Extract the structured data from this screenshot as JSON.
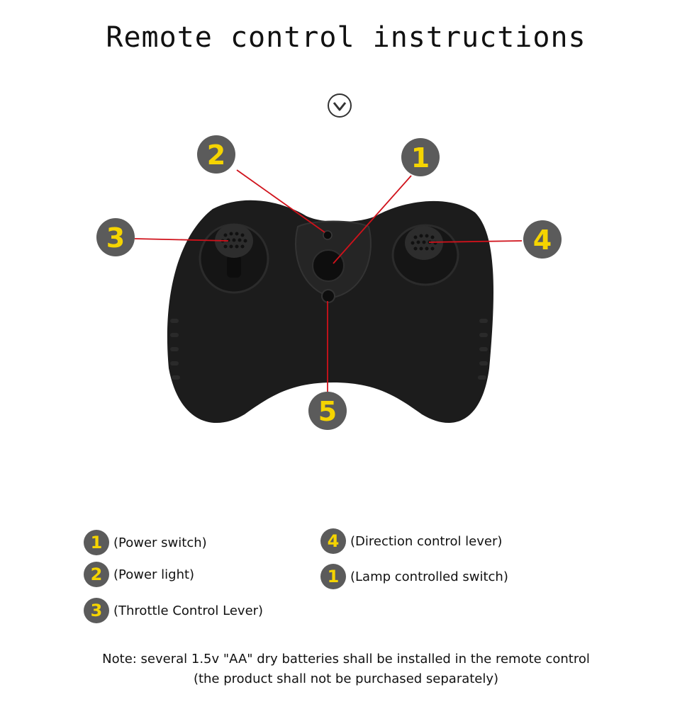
{
  "title": "Remote control instructions",
  "icons": {
    "down": "chevron-down-circle-icon"
  },
  "colors": {
    "badge_fill": "#5b5b5b",
    "badge_text": "#f5d400",
    "callout_line": "#d0121b",
    "remote_body": "#1c1c1c"
  },
  "callouts": [
    {
      "number": "1"
    },
    {
      "number": "2"
    },
    {
      "number": "3"
    },
    {
      "number": "4"
    },
    {
      "number": "5"
    }
  ],
  "legend": [
    {
      "number": "1",
      "label": "(Power switch)"
    },
    {
      "number": "2",
      "label": "(Power light)"
    },
    {
      "number": "3",
      "label": "(Throttle Control Lever)"
    },
    {
      "number": "4",
      "label": "(Direction control lever)"
    },
    {
      "number": "1",
      "label": "(Lamp controlled switch)"
    }
  ],
  "note": {
    "line1": "Note: several 1.5v \"AA\" dry batteries shall be installed in the remote control",
    "line2": "(the product shall not be purchased separately)"
  }
}
